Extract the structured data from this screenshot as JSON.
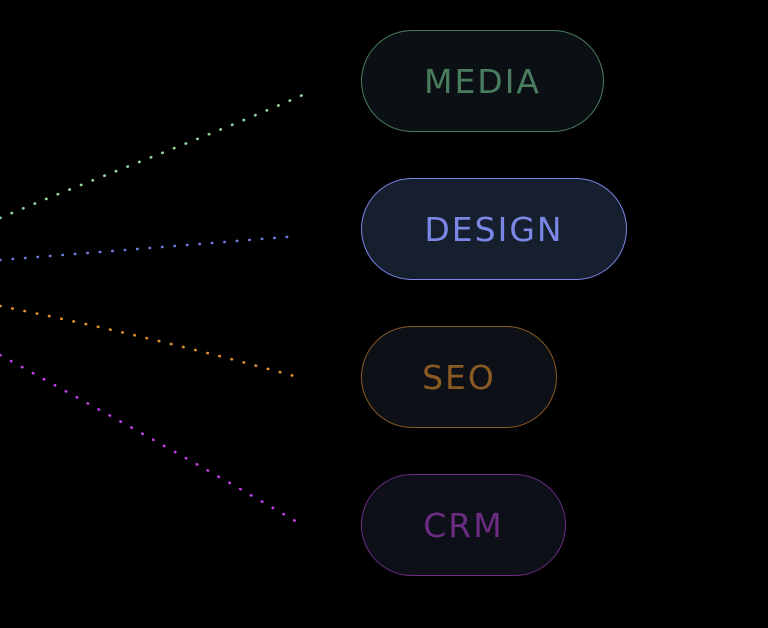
{
  "colors": {
    "background": "#000000",
    "media": "#4a7d5e",
    "media_line": "#8fd6a0",
    "design": "#7b86e6",
    "design_line": "#6d78e0",
    "seo": "#8a5a22",
    "seo_line": "#e4922e",
    "crm": "#6b2c82",
    "crm_line": "#c23ee6"
  },
  "tags": [
    {
      "key": "media",
      "label": "MEDIA"
    },
    {
      "key": "design",
      "label": "DESIGN"
    },
    {
      "key": "seo",
      "label": "SEO"
    },
    {
      "key": "crm",
      "label": "CRM"
    }
  ]
}
